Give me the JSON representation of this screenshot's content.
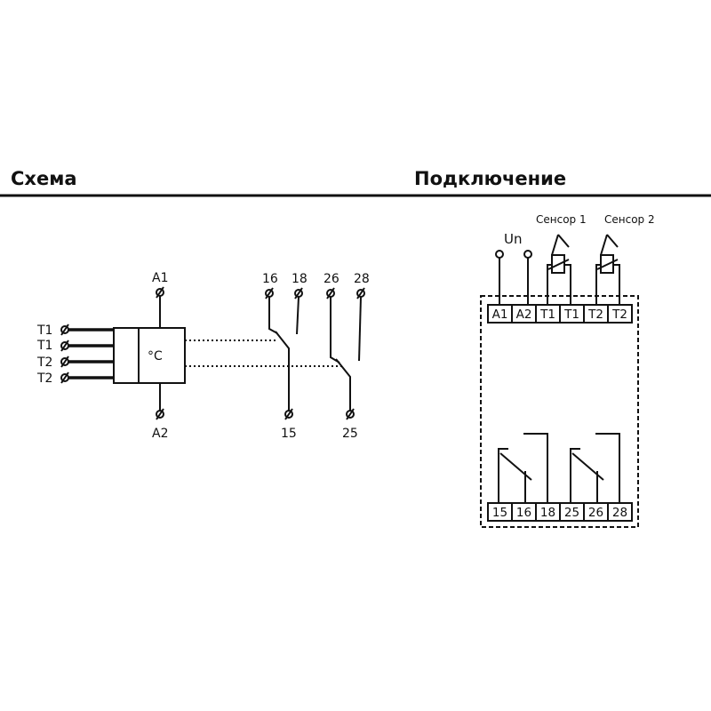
{
  "headings": {
    "schema": "Схема",
    "connection": "Подключение"
  },
  "schema": {
    "inputs": [
      "T1",
      "T1",
      "T2",
      "T2"
    ],
    "unit_symbol": "°C",
    "supply_top": "A1",
    "supply_bottom": "A2",
    "relay1": {
      "no": "16",
      "nc": "18",
      "common": "15"
    },
    "relay2": {
      "no": "26",
      "nc": "28",
      "common": "25"
    }
  },
  "connection": {
    "supply_label": "Un",
    "sensors": [
      "Сенсор 1",
      "Сенсор 2"
    ],
    "top_terminals": [
      "A1",
      "A2",
      "T1",
      "T1",
      "T2",
      "T2"
    ],
    "bottom_terminals": [
      "15",
      "16",
      "18",
      "25",
      "26",
      "28"
    ]
  }
}
